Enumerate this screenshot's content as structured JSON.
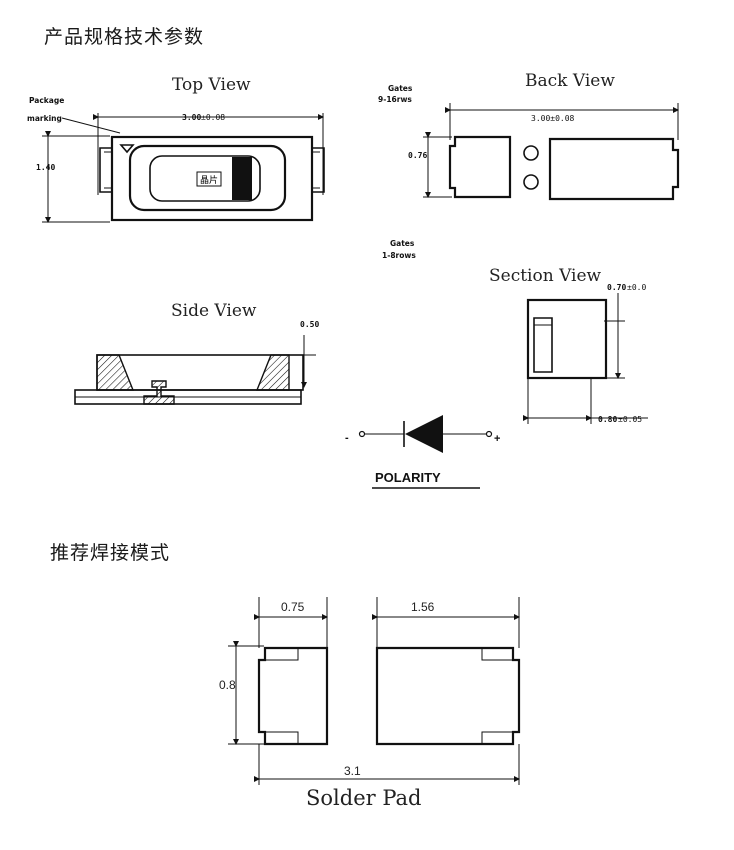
{
  "section_titles": {
    "specs": "产品规格技术参数",
    "solder": "推荐焊接模式"
  },
  "top_view": {
    "label": "Top View",
    "package_marking_line1": "Package",
    "package_marking_line2": "marking",
    "width_value": "3.00",
    "width_tol": "±0.08",
    "height_value": "1.40",
    "chip_text": "晶片"
  },
  "back_view": {
    "label": "Back View",
    "gates_top_line1": "Gates",
    "gates_top_line2": "9-16rws",
    "width_value": "3.00±0.08",
    "height_value": "0.76",
    "gates_bottom_line1": "Gates",
    "gates_bottom_line2": "1-8rows"
  },
  "section_view": {
    "label": "Section View",
    "height_value": "0.70",
    "height_tol": "±0.0",
    "width_value": "0.80",
    "width_tol": "±0.05"
  },
  "side_view": {
    "label": "Side View",
    "height_value": "0.50"
  },
  "polarity": {
    "minus": "-",
    "plus": "+",
    "label": "POLARITY"
  },
  "solder_pad": {
    "pad_width": "0.75",
    "pad_long": "1.56",
    "pad_height": "0.8",
    "total_width": "3.1",
    "title": "Solder Pad"
  }
}
